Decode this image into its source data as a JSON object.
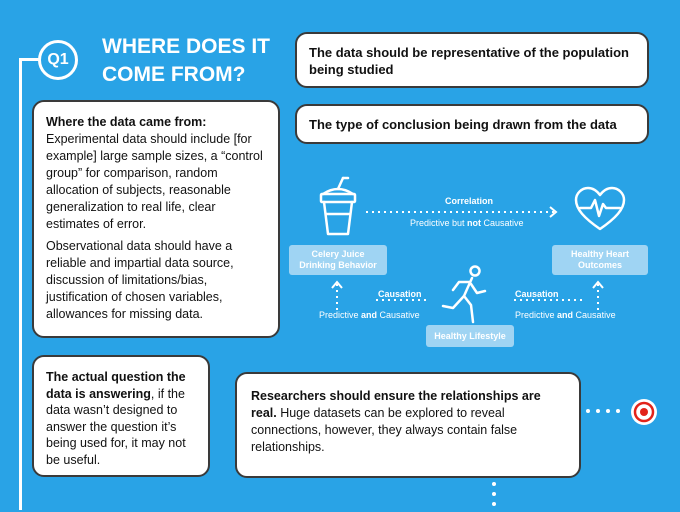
{
  "header": {
    "badge": "Q1",
    "title_line1": "WHERE DOES IT",
    "title_line2": "COME FROM?"
  },
  "card_representative": {
    "text": "The data should be representative of the population being studied"
  },
  "card_conclusion": {
    "text": "The type of conclusion being drawn from the data"
  },
  "card_source": {
    "heading": "Where the data came from:",
    "para1": "Experimental data should include [for example] large sample sizes, a “control group” for comparison, random allocation of subjects, reasonable generalization to real life, clear estimates of error.",
    "para2": "Observational data should have a reliable and impartial data source, discussion of limitations/bias, justification of chosen variables, allowances for missing data."
  },
  "card_question": {
    "bold": "The actual question the data is answering",
    "rest": ", if the data wasn’t designed to answer the question it’s being used for, it may not be useful."
  },
  "card_researchers": {
    "bold": "Researchers should ensure the relationships are real.",
    "rest": " Huge datasets can be explored to reveal connections, however, they always contain false relationships."
  },
  "diagram": {
    "left_label_line1": "Celery Juice",
    "left_label_line2": "Drinking Behavior",
    "right_label_line1": "Healthy Heart",
    "right_label_line2": "Outcomes",
    "bottom_label": "Healthy Lifestyle",
    "correlation": "Correlation",
    "corr_sub_pre": "Predictive but ",
    "corr_sub_bold": "not",
    "corr_sub_post": " Causative",
    "causation_left": "Causation",
    "causation_right": "Causation",
    "cause_sub_left_pre": "Predictive ",
    "cause_sub_left_bold": "and",
    "cause_sub_left_post": " Causative",
    "cause_sub_right_pre": "Predictive ",
    "cause_sub_right_bold": "and",
    "cause_sub_right_post": " Causative"
  },
  "colors": {
    "background": "#29a3e6",
    "label_box": "#9fd4f3",
    "target_red": "#e2231a"
  }
}
